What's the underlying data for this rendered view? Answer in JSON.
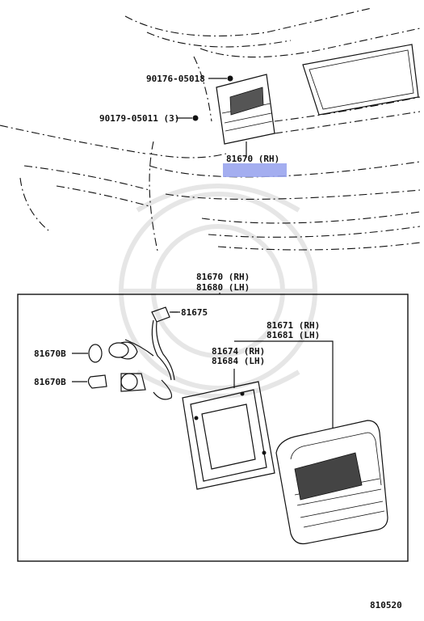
{
  "callouts": {
    "part_90176": "90176-05018",
    "part_90179": "90179-05011 (3)",
    "top_81670": "81670 (RH)",
    "assy_81670": "81670 (RH)",
    "assy_81680": "81680 (LH)",
    "socket_81675": "81675",
    "bulb_a": "81670B",
    "bulb_b": "81670B",
    "lens_81671": "81671 (RH)",
    "lens_81681": "81681 (LH)",
    "gasket_81674": "81674 (RH)",
    "gasket_81684": "81684 (LH)"
  },
  "figure_number": "810520",
  "colors": {
    "highlight": "#9aa5ee",
    "line": "#111111",
    "watermark": "#e6e6e6"
  }
}
